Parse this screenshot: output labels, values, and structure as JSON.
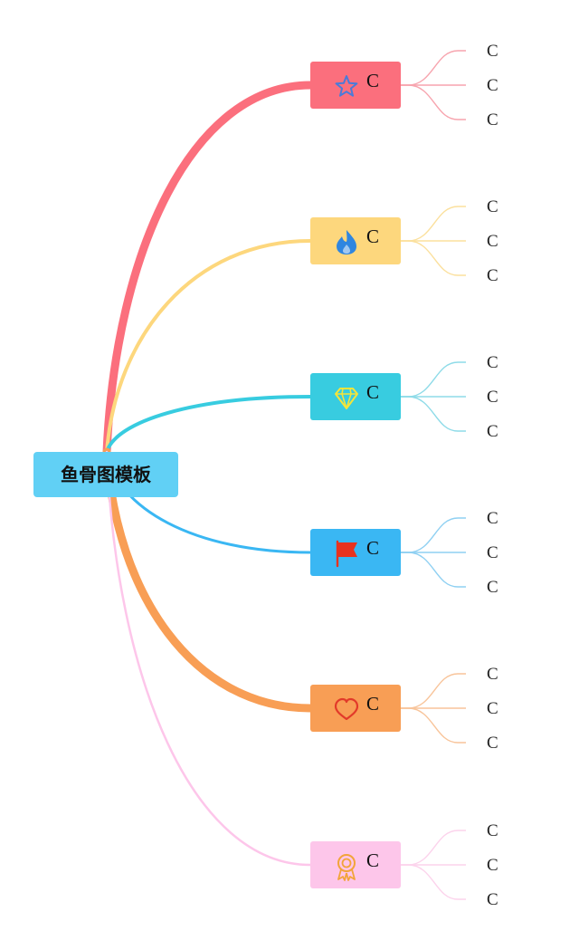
{
  "root": {
    "label": "鱼骨图模板",
    "color": "#61d0f5"
  },
  "branches": [
    {
      "label": "C",
      "color": "#fb6f7d",
      "icon": "star-icon",
      "icon_color": "#4a7bd9",
      "leaf_color": "#f7a4ae",
      "leaves": [
        "C",
        "C",
        "C"
      ]
    },
    {
      "label": "C",
      "color": "#fdd77d",
      "icon": "fire-icon",
      "icon_color": "#2f86e0",
      "leaf_color": "#fbe09d",
      "leaves": [
        "C",
        "C",
        "C"
      ]
    },
    {
      "label": "C",
      "color": "#38cce0",
      "icon": "diamond-icon",
      "icon_color": "#f4e53a",
      "leaf_color": "#8edbe8",
      "leaves": [
        "C",
        "C",
        "C"
      ]
    },
    {
      "label": "C",
      "color": "#3ab7f3",
      "icon": "flag-icon",
      "icon_color": "#e8321e",
      "leaf_color": "#8fd0f2",
      "leaves": [
        "C",
        "C",
        "C"
      ]
    },
    {
      "label": "C",
      "color": "#f89e55",
      "icon": "heart-icon",
      "icon_color": "#e23a2a",
      "leaf_color": "#f8c49a",
      "leaves": [
        "C",
        "C",
        "C"
      ]
    },
    {
      "label": "C",
      "color": "#fdc6ea",
      "icon": "award-icon",
      "icon_color": "#f2a43a",
      "leaf_color": "#fcd3ec",
      "leaves": [
        "C",
        "C",
        "C"
      ]
    }
  ]
}
